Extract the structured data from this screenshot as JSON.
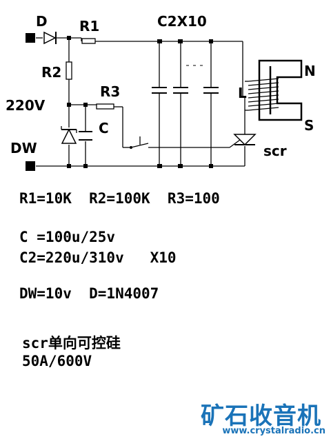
{
  "schematic": {
    "labels": {
      "d": "D",
      "r1": "R1",
      "c2x10": "C2X10",
      "r2": "R2",
      "r3": "R3",
      "v220": "220V",
      "c": "C",
      "dw": "DW",
      "l": "L",
      "n": "N",
      "s": "S",
      "scr": "scr"
    }
  },
  "specs": {
    "line1": "R1=10K  R2=100K  R3=100",
    "line2": "C =100u/25v",
    "line3": "C2=220u/310v   X10",
    "line4": "DW=10v  D=1N4007",
    "line5": "scr单向可控硅",
    "line6": "50A/600V"
  },
  "watermark": {
    "title": "矿石收音机",
    "url": "www.crystalradio.cn"
  },
  "colors": {
    "ink": "#000000",
    "watermark": "#1a73b8"
  }
}
